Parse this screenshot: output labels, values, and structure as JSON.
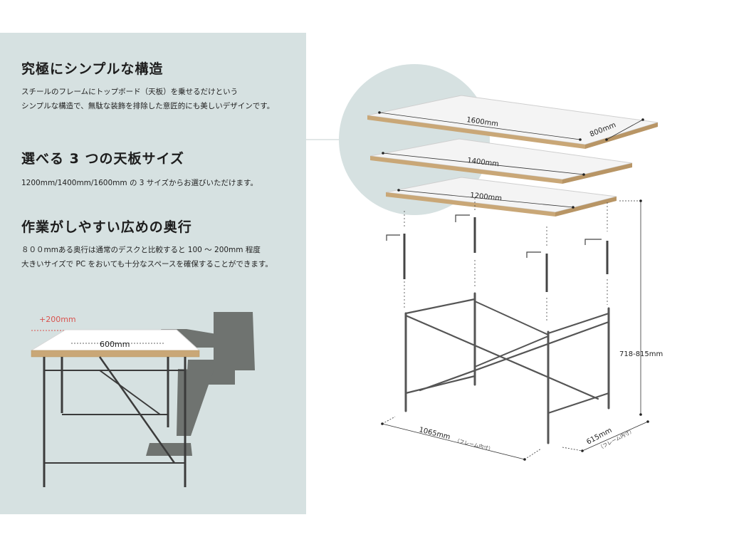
{
  "sections": [
    {
      "heading": "究極にシンプルな構造",
      "lines": [
        "スチールのフレームにトップボード（天板）を乗せるだけという",
        "シンプルな構造で、無駄な装飾を排除した意匠的にも美しいデザインです。"
      ]
    },
    {
      "heading": "選べる 3 つの天板サイズ",
      "lines": [
        "1200mm/1400mm/1600mm の 3 サイズからお選びいただけます。"
      ]
    },
    {
      "heading": "作業がしやすい広めの奥行",
      "lines": [
        "８００mmある奥行は通常のデスクと比較すると 100 ～ 200mm 程度",
        "大きいサイズで PC をおいても十分なスペースを確保することができます。"
      ]
    }
  ],
  "side_view": {
    "plus_label": "+200mm",
    "depth_label": "600mm"
  },
  "diagram": {
    "top_1600": "1600mm",
    "top_depth": "800mm",
    "top_1400": "1400mm",
    "top_1200": "1200mm",
    "height": "718-815mm",
    "frame_width": "1065mm",
    "frame_width_note": "（フレーム内寸）",
    "frame_depth": "615mm",
    "frame_depth_note": "（フレーム内寸）"
  },
  "colors": {
    "panel_bg": "#d6e1e1",
    "accent_red": "#d9534f",
    "frame": "#555555",
    "person": "#6f7370",
    "wood_edge": "#c9a777"
  }
}
